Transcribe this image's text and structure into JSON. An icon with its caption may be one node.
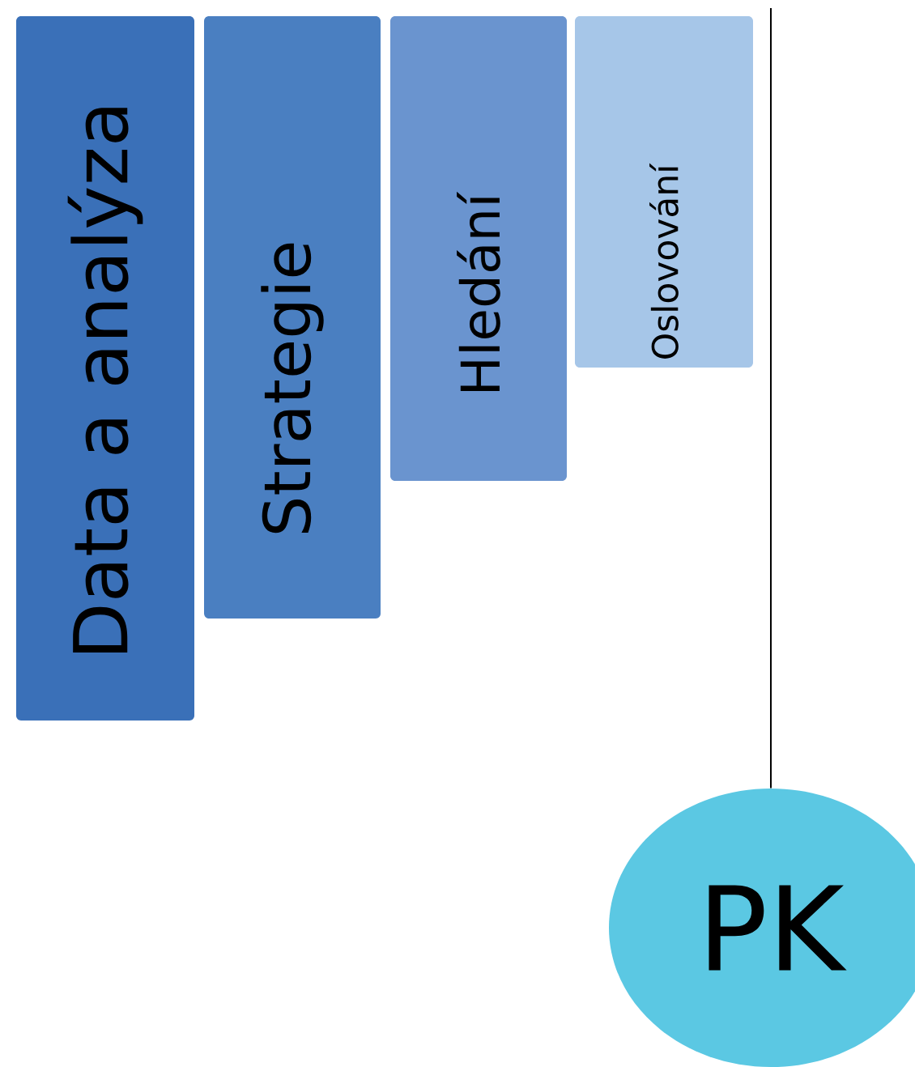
{
  "diagram": {
    "nodes": [
      {
        "text": [
          "Data a analýza"
        ]
      },
      {
        "text": [
          "Strategie"
        ]
      },
      {
        "text": [
          "Hledání"
        ]
      },
      {
        "text": [
          "Oslovování"
        ]
      },
      {
        "text": [
          "PK"
        ]
      }
    ],
    "edges": [
      {
        "from": null,
        "to": 4,
        "arrow": "none"
      }
    ]
  }
}
